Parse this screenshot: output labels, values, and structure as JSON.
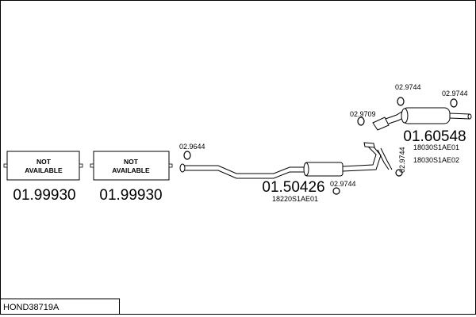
{
  "diagram": {
    "code": "HOND38719A",
    "front_boxes": [
      {
        "line1": "NOT",
        "line2": "AVAILABLE",
        "part_number": "01.99930"
      },
      {
        "line1": "NOT",
        "line2": "AVAILABLE",
        "part_number": "01.99930"
      }
    ],
    "middle": {
      "part_number": "01.50426",
      "oem": "18220S1AE01"
    },
    "rear": {
      "part_number": "01.60548",
      "oem1": "18030S1AE01",
      "oem2": "18030S1AE02"
    },
    "mounts": {
      "front_gasket": "02.9644",
      "middle_hanger": "02.9744",
      "pipe_hanger": "02.9744",
      "rear_gasket": "02.9709",
      "rear_hanger_left": "02.9744",
      "rear_hanger_right": "02.9744"
    }
  }
}
